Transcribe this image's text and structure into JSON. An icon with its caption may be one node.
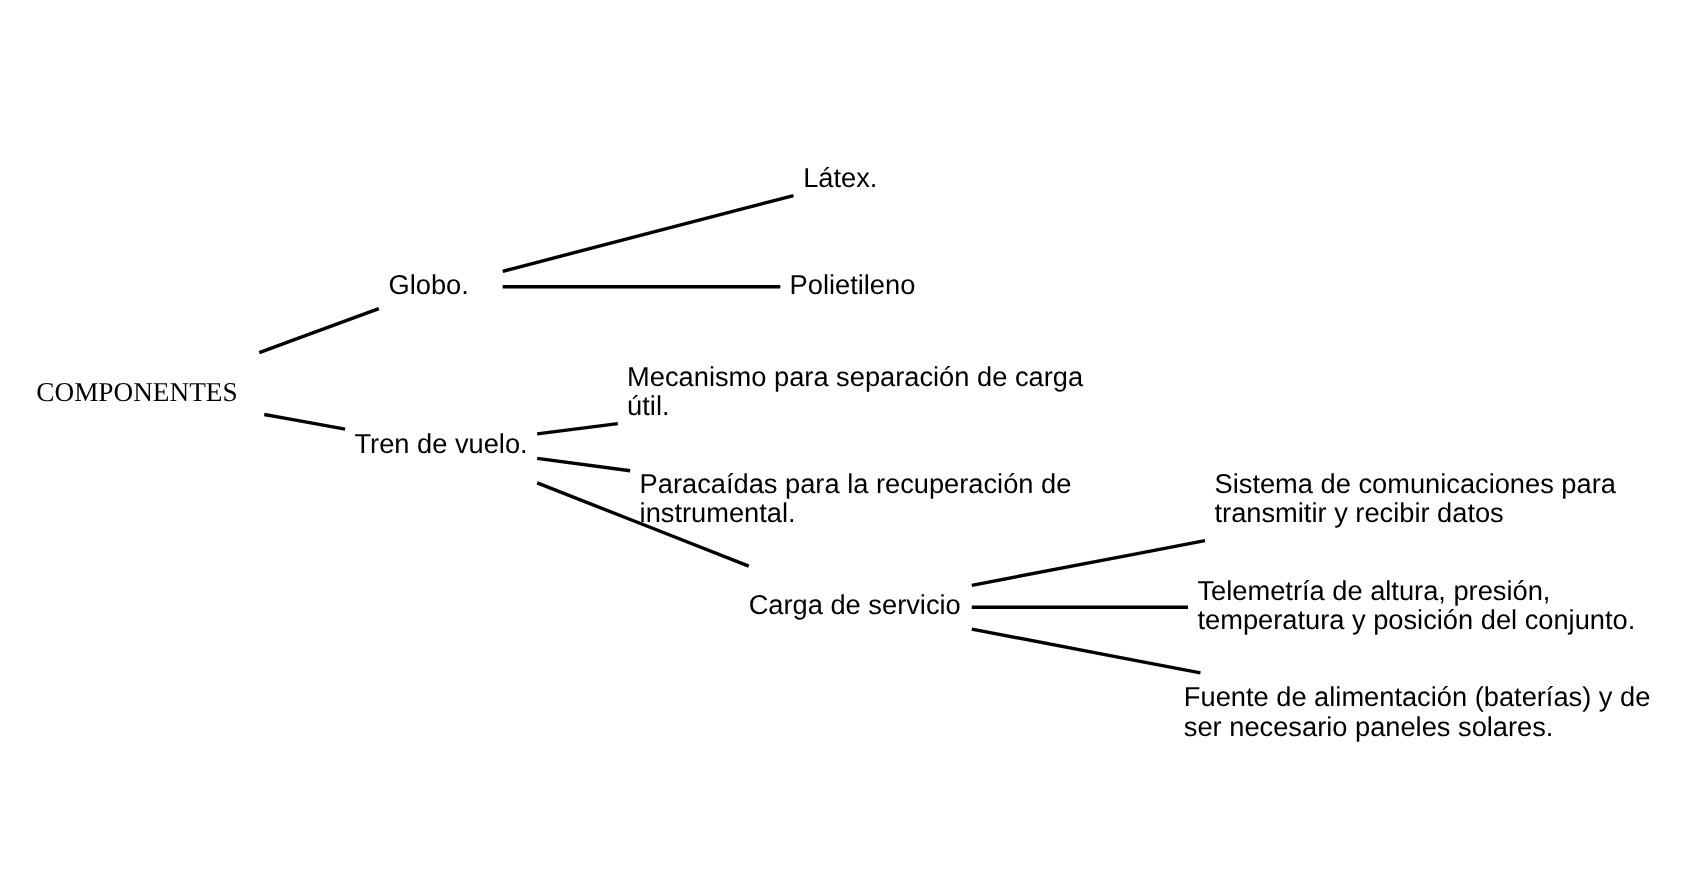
{
  "diagram": {
    "nodes": [
      {
        "text": [
          "COMPONENTES"
        ]
      },
      {
        "text": [
          "Globo."
        ]
      },
      {
        "text": [
          "Látex."
        ]
      },
      {
        "text": [
          "Polietileno"
        ]
      },
      {
        "text": [
          "Tren de vuelo."
        ]
      },
      {
        "text": [
          "Mecanismo para separación de carga útil."
        ]
      },
      {
        "text": [
          "Paracaídas para la recuperación de instrumental."
        ]
      },
      {
        "text": [
          "Carga de servicio"
        ]
      },
      {
        "text": [
          "Sistema de comunicaciones para transmitir y recibir datos"
        ]
      },
      {
        "text": [
          "Telemetría de altura, presión, temperatura y posición del conjunto."
        ]
      },
      {
        "text": [
          "Fuente de alimentación (baterías) y de ser necesario paneles solares."
        ]
      }
    ],
    "edges": [
      {
        "from": 0,
        "to": 1,
        "arrow": "none"
      },
      {
        "from": 0,
        "to": 4,
        "arrow": "none"
      },
      {
        "from": 1,
        "to": 2,
        "arrow": "none"
      },
      {
        "from": 1,
        "to": 3,
        "arrow": "none"
      },
      {
        "from": 4,
        "to": 5,
        "arrow": "none"
      },
      {
        "from": 4,
        "to": 6,
        "arrow": "none"
      },
      {
        "from": 4,
        "to": 7,
        "arrow": "none"
      },
      {
        "from": 7,
        "to": 8,
        "arrow": "none"
      },
      {
        "from": 7,
        "to": 9,
        "arrow": "none"
      },
      {
        "from": 7,
        "to": 10,
        "arrow": "none"
      }
    ]
  }
}
